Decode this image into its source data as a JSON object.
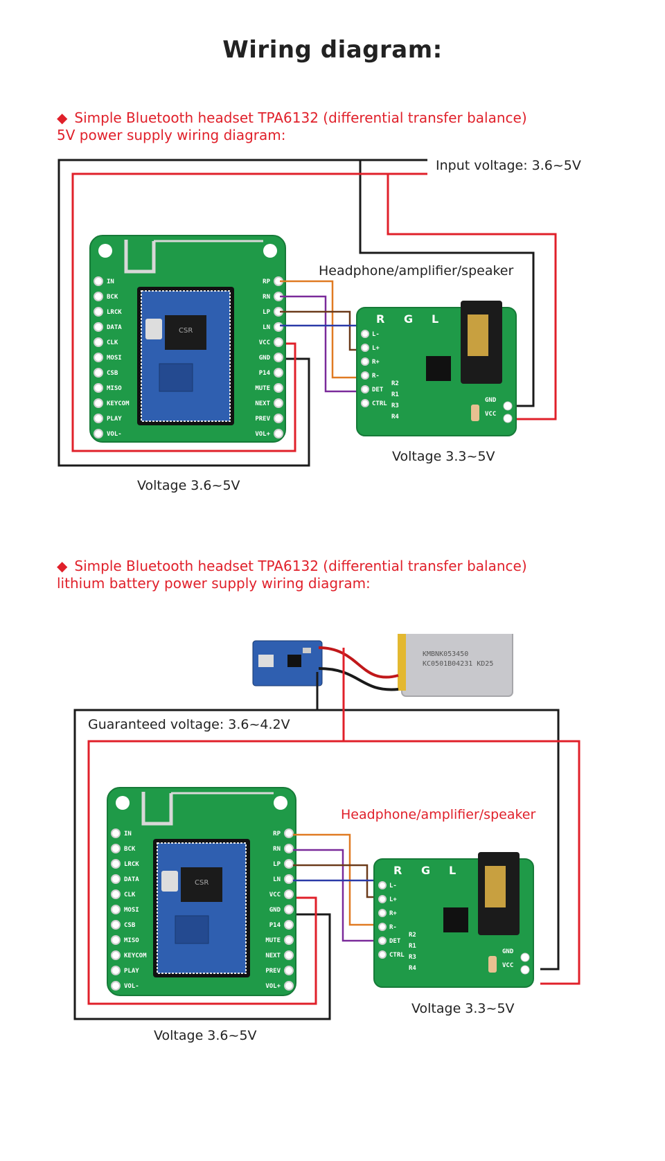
{
  "title": "Wiring diagram:",
  "section1": {
    "heading_line1": "Simple Bluetooth headset TPA6132 (differential transfer balance)",
    "heading_line2": "5V power supply wiring diagram:",
    "input_voltage_label": "Input voltage: 3.6~5V",
    "output_label": "Headphone/amplifier/speaker",
    "amp_voltage_label": "Voltage 3.3~5V",
    "bt_voltage_label": "Voltage 3.6~5V"
  },
  "section2": {
    "heading_line1": "Simple Bluetooth headset TPA6132 (differential transfer balance)",
    "heading_line2": "lithium battery power supply wiring diagram:",
    "guaranteed_voltage_label": "Guaranteed voltage: 3.6~4.2V",
    "output_label": "Headphone/amplifier/speaker",
    "amp_voltage_label": "Voltage 3.3~5V",
    "bt_voltage_label": "Voltage 3.6~5V",
    "battery_marking_line1": "KMBNK053450",
    "battery_marking_line2": "KC0501B04231  KD25"
  },
  "bt_board": {
    "left_pins": [
      "IN",
      "BCK",
      "LRCK",
      "DATA",
      "CLK",
      "MOSI",
      "CSB",
      "MISO",
      "KEYCOM",
      "PLAY",
      "VOL-"
    ],
    "right_pins": [
      "RP",
      "RN",
      "LP",
      "LN",
      "VCC",
      "GND",
      "P14",
      "MUTE",
      "NEXT",
      "PREV",
      "VOL+"
    ],
    "chip_text": "CSR"
  },
  "amp_board": {
    "pins": [
      "L-",
      "L+",
      "R+",
      "R-",
      "DET",
      "CTRL"
    ],
    "top_marks": [
      "R",
      "G",
      "L"
    ],
    "resistor_labels": [
      "R2",
      "R1",
      "R3",
      "R4"
    ],
    "power_labels": [
      "GND",
      "VCC"
    ]
  },
  "colors": {
    "heading_red": "#e0202a",
    "wire_red": "#e0202a",
    "wire_black": "#1a1a1a",
    "wire_orange": "#e07a22",
    "wire_purple": "#7a2a9a",
    "wire_brown": "#6b3a1a",
    "wire_blue": "#2a3aa8",
    "pcb_green": "#1f9a48",
    "module_blue": "#2f5fb0"
  }
}
